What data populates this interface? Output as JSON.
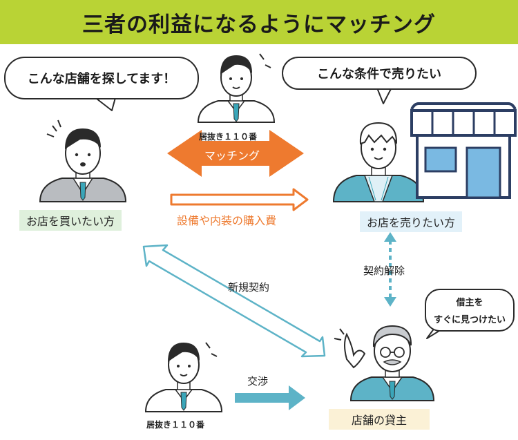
{
  "title": "三者の利益になるようにマッチング",
  "bubbles": {
    "buyer": "こんな店舗を探してます！",
    "seller": "こんな条件で売りたい",
    "landlord_line1": "借主を",
    "landlord_line2": "すぐに見つけたい"
  },
  "labels": {
    "buyer": "お店を買いたい方",
    "seller": "お店を売りたい方",
    "landlord": "店舗の貸主",
    "agent_top": "居抜き１１０番",
    "matching": "マッチング",
    "equipment": "設備や内装の購入費",
    "cancel": "契約解除",
    "new_contract": "新規契約",
    "negotiation": "交渉",
    "agent_bottom": "居抜き１１０番"
  },
  "colors": {
    "title_bg": "#b9d335",
    "orange": "#ee7a2f",
    "teal": "#5db3c7",
    "buyer_label_bg": "#dff0dc",
    "seller_label_bg": "#e2f1f9",
    "landlord_label_bg": "#fbf1d6",
    "shop_navy": "#2c3e63",
    "shop_blue": "#7ab9e2"
  }
}
